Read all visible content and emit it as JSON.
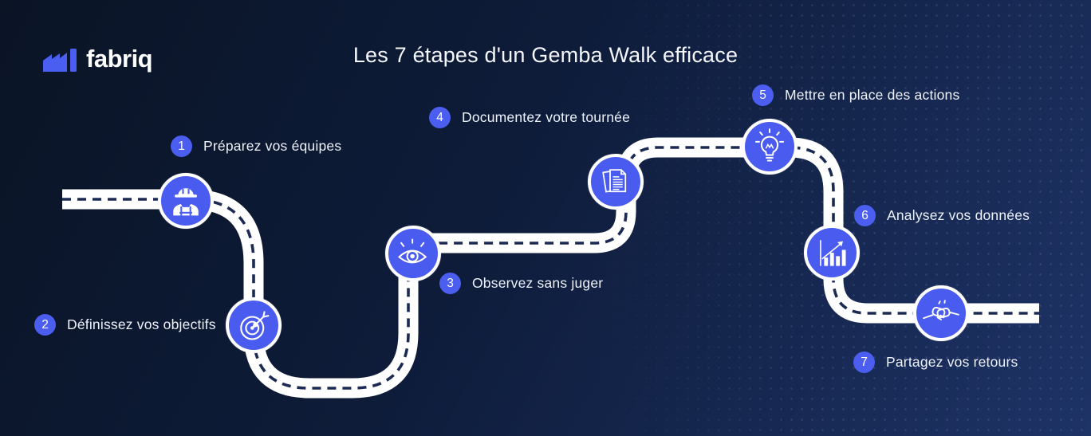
{
  "brand": {
    "name": "fabriq"
  },
  "title": "Les 7 étapes d'un Gemba Walk efficace",
  "steps": [
    {
      "number": "1",
      "label": "Préparez vos équipes",
      "icon": "construction-worker-icon"
    },
    {
      "number": "2",
      "label": "Définissez vos objectifs",
      "icon": "dartboard-target-icon"
    },
    {
      "number": "3",
      "label": "Observez sans juger",
      "icon": "eye-icon"
    },
    {
      "number": "4",
      "label": "Documentez votre tournée",
      "icon": "documents-icon"
    },
    {
      "number": "5",
      "label": "Mettre en place des actions",
      "icon": "lightbulb-icon"
    },
    {
      "number": "6",
      "label": "Analysez vos données",
      "icon": "bar-chart-growth-icon"
    },
    {
      "number": "7",
      "label": "Partagez vos retours",
      "icon": "handshake-icon"
    }
  ],
  "colors": {
    "background_top": "#0a1425",
    "background_bottom": "#1e3366",
    "accent_blue": "#4a5cf0",
    "road_white": "#ffffff",
    "road_dash_navy": "#1b2a52",
    "text_white": "#eef2fa"
  }
}
